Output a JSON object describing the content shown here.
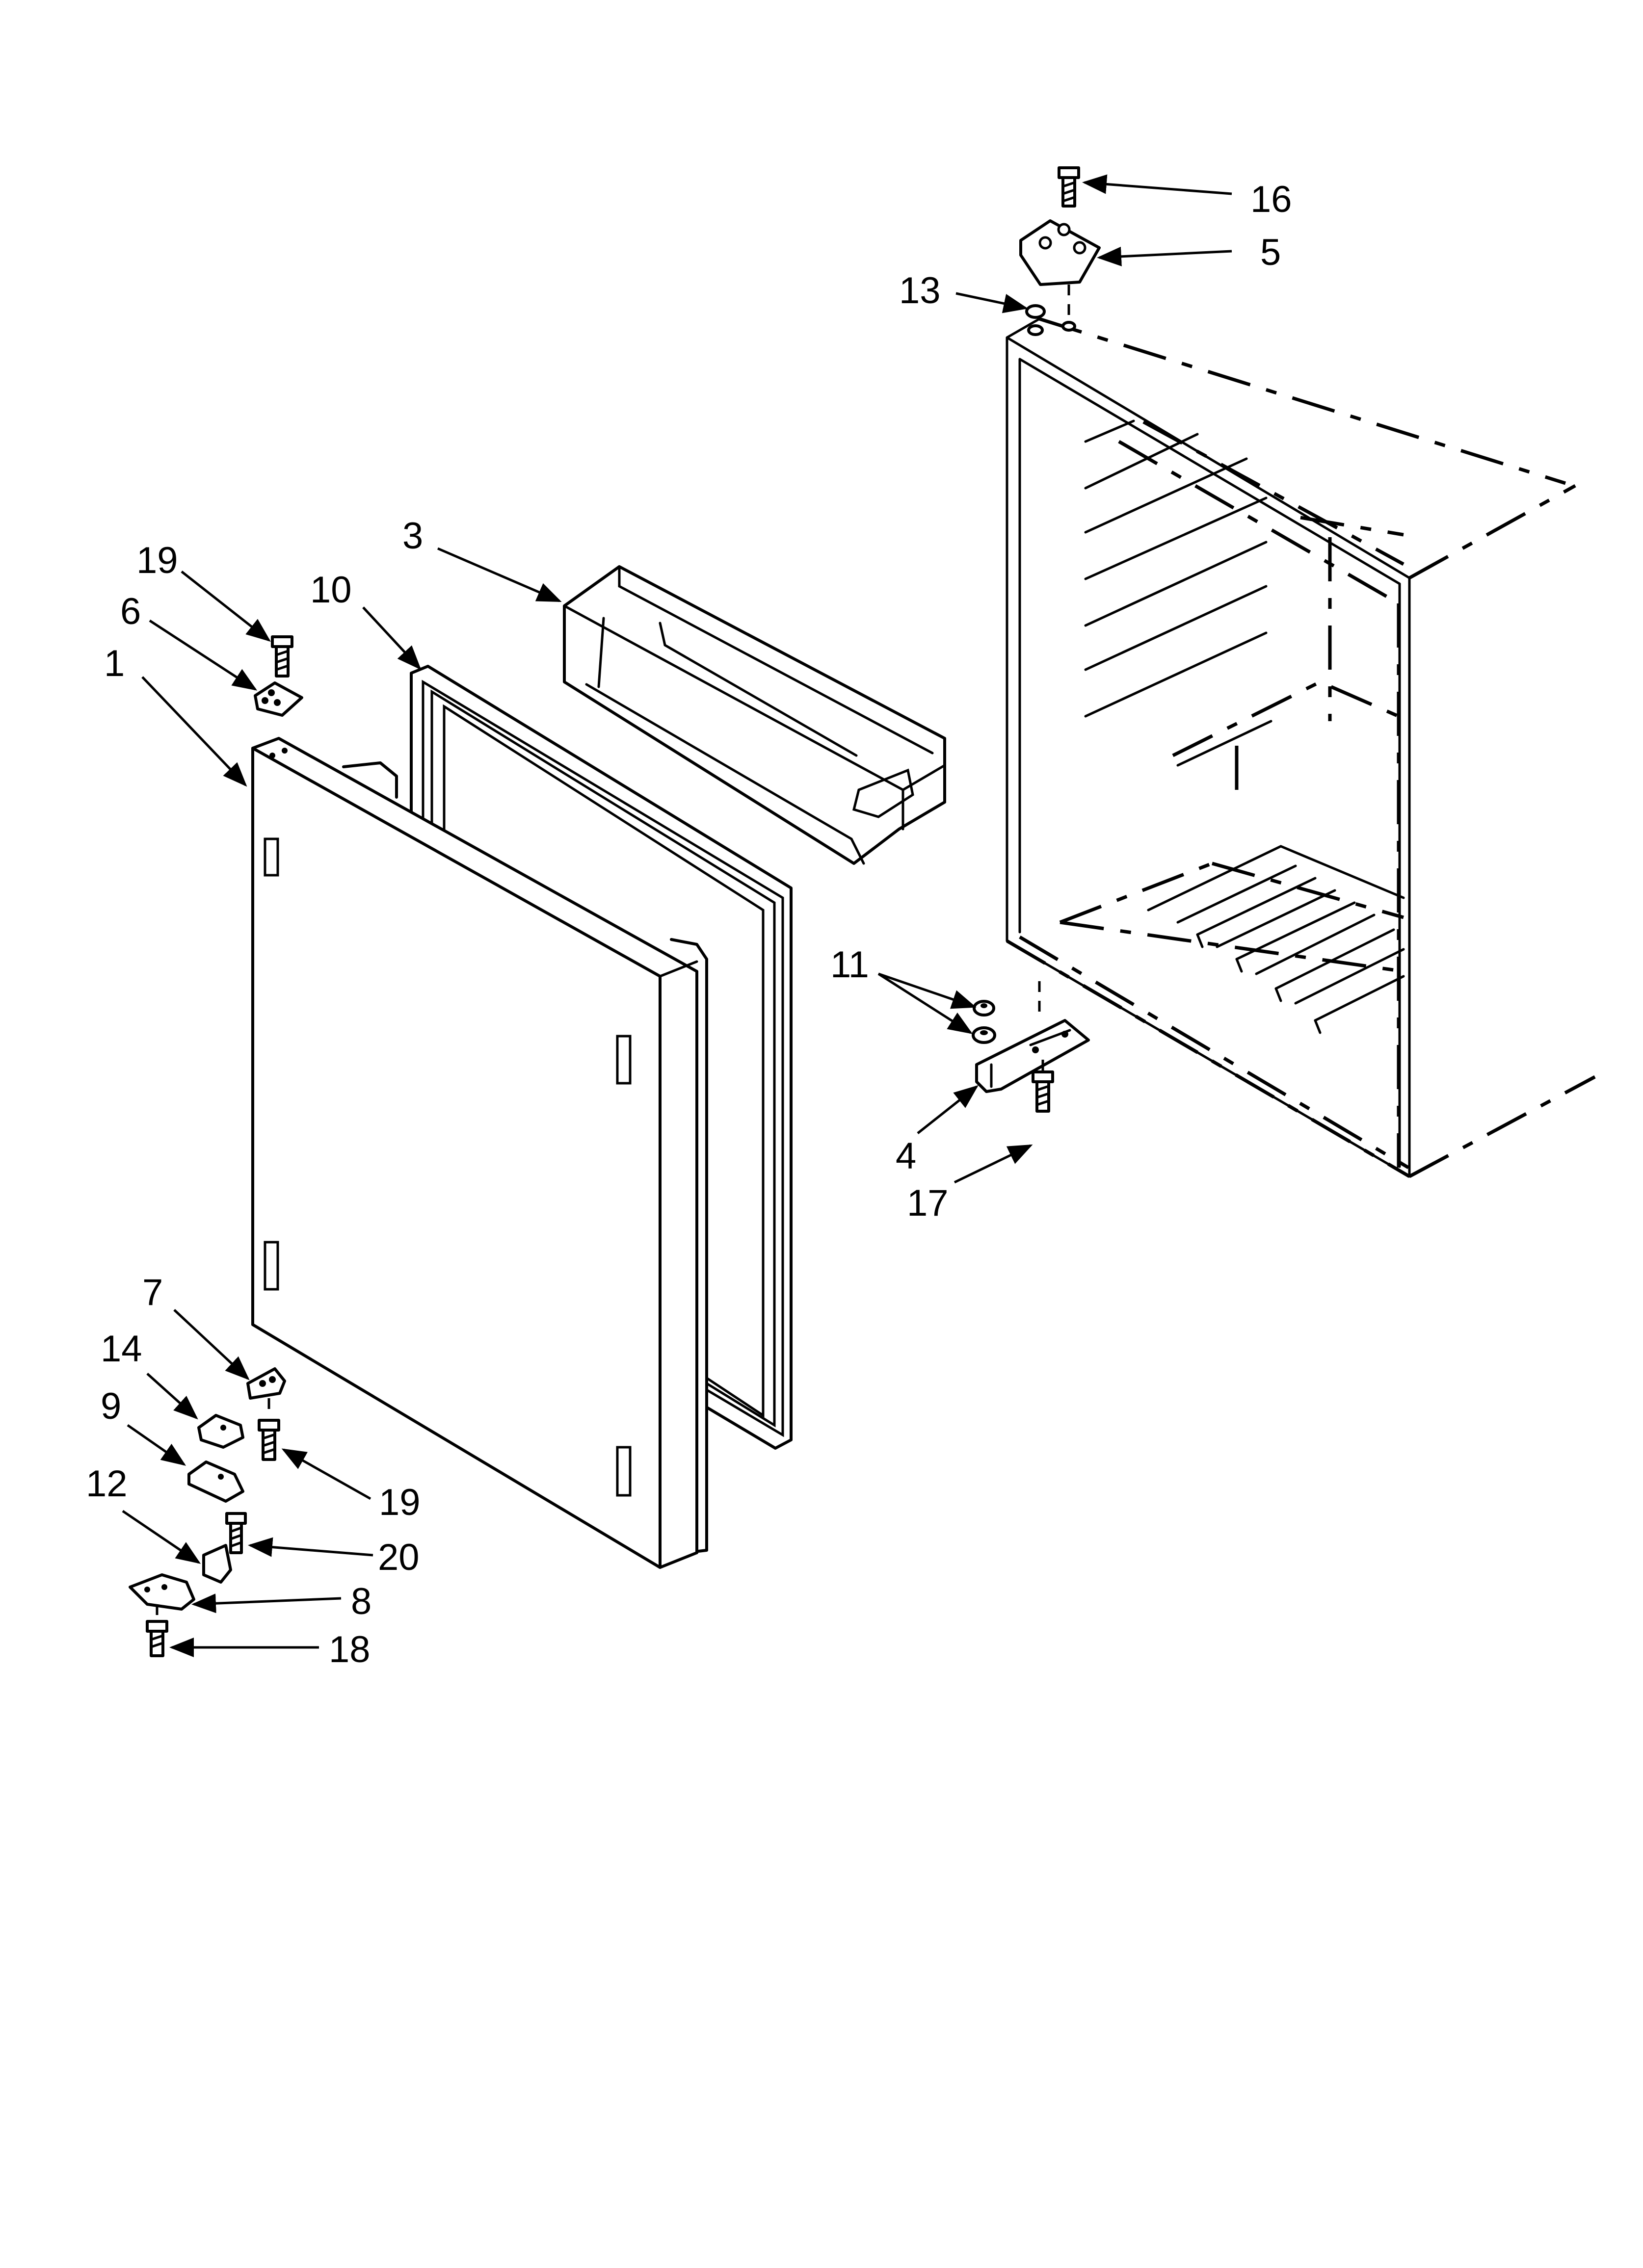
{
  "callouts": {
    "c1": "1",
    "c3": "3",
    "c4": "4",
    "c5": "5",
    "c6": "6",
    "c7": "7",
    "c8": "8",
    "c9": "9",
    "c10": "10",
    "c11": "11",
    "c12": "12",
    "c13": "13",
    "c14": "14",
    "c16": "16",
    "c17": "17",
    "c18": "18",
    "c19_top": "19",
    "c19_bottom": "19",
    "c20": "20"
  },
  "colors": {
    "line": "#000000",
    "background": "#ffffff"
  }
}
